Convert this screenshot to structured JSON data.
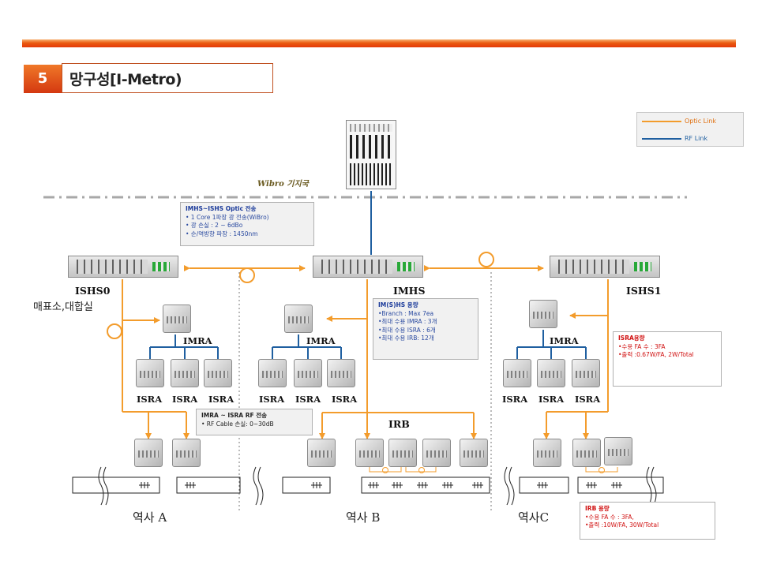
{
  "header": {
    "section_number": "5",
    "section_title": "망구성[I-Metro)"
  },
  "legend": {
    "optic": "Optic Link",
    "rf": "RF Link"
  },
  "colors": {
    "optic": "#f39c2c",
    "rf": "#1f5fa0",
    "accent": "#e84c10"
  },
  "wibro_label": "Wibro 기지국",
  "nodes": {
    "ishs0": "ISHS0",
    "imhs": "IMHS",
    "ishs1": "ISHS1",
    "ishs0_sub": "매표소,대합실",
    "imra": "IMRA",
    "isra": "ISRA",
    "irb": "IRB"
  },
  "stations": [
    "역사 A",
    "역사 B",
    "역사C"
  ],
  "notes": {
    "optic": {
      "title": "IMHS~ISHS Optic 전송",
      "lines": [
        "• 1 Core  1파장 광 전송(WiBro)",
        "• 광 손실 : 2 ~ 6dBo",
        "• 순/역방향 파장 : 1450nm"
      ]
    },
    "imhs": {
      "title": "IM(S)HS 용량",
      "lines": [
        "•Branch : Max 7ea",
        "•최대 수용 IMRA : 3개",
        "•최대 수용 ISRA : 6개",
        "•최대 수용 IRB: 12개"
      ]
    },
    "isra": {
      "title": "ISRA용량",
      "lines": [
        "•수용 FA 수 : 3FA",
        "•출력 :0.67W/FA, 2W/Total"
      ]
    },
    "rf": {
      "title": "IMRA ~ ISRA  RF 전송",
      "lines": [
        "• RF Cable 손실: 0~30dB"
      ]
    },
    "irb": {
      "title": "IRB 용량",
      "lines": [
        "•수용 FA 수 : 3FA,",
        "•출력 :10W/FA, 30W/Total"
      ]
    }
  }
}
